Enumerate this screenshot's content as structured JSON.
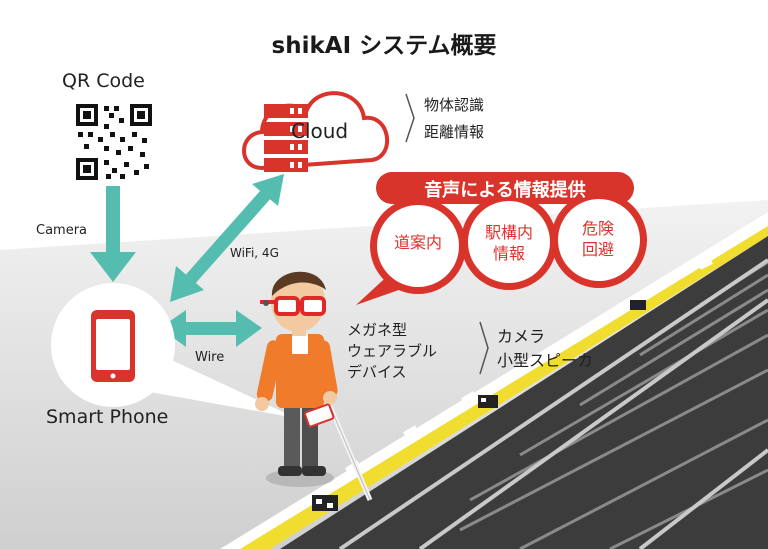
{
  "title": "shikAI システム概要",
  "qr_label": "QR Code",
  "camera_label": "Camera",
  "wifi_label": "WiFi, 4G",
  "wire_label": "Wire",
  "smartphone_label": "Smart Phone",
  "cloud": {
    "label": "Cloud",
    "functions": [
      "物体認識",
      "距離情報"
    ]
  },
  "voice_banner": "音声による情報提供",
  "bubbles": [
    {
      "lines": [
        "道案内"
      ]
    },
    {
      "lines": [
        "駅構内",
        "情報"
      ]
    },
    {
      "lines": [
        "危険",
        "回避"
      ]
    }
  ],
  "glasses": {
    "lines": [
      "メガネ型",
      "ウェアラブル",
      "デバイス"
    ],
    "components": [
      "カメラ",
      "小型スピーカ"
    ]
  },
  "colors": {
    "accent_red": "#d9342b",
    "teal_arrow": "#55bdb0",
    "platform_gray": "#d7d7d7",
    "tactile_yellow": "#f1dd2f",
    "track_dark": "#3c3c3c"
  }
}
